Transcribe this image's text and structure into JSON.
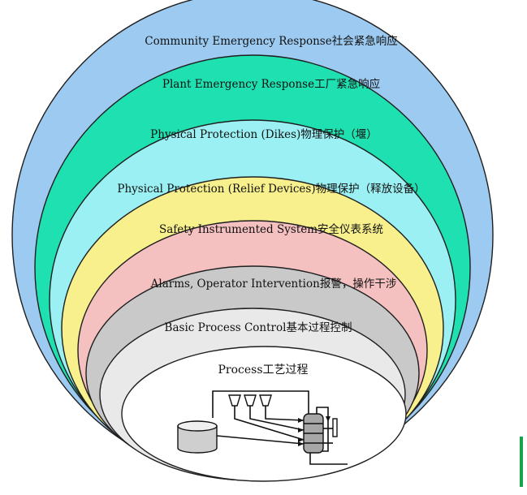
{
  "diagram": {
    "layers": [
      {
        "label": "Community Emergency Response社会紧急响应",
        "color": "#9ccaf0"
      },
      {
        "label": "Plant Emergency Response工厂紧急响应",
        "color": "#1fe0b0"
      },
      {
        "label": "Physical Protection (Dikes)物理保护（堰）",
        "color": "#9af0f3"
      },
      {
        "label": "Physical Protection (Relief Devices)物理保护（释放设备）",
        "color": "#f7f08c"
      },
      {
        "label": "Safety Instrumented System安全仪表系统",
        "color": "#f5c0c0"
      },
      {
        "label": "Alarms, Operator Intervention报警，操作干涉",
        "color": "#c9c9c9"
      },
      {
        "label": "Basic Process Control基本过程控制",
        "color": "#e9e9e9"
      },
      {
        "label": "Process工艺过程",
        "color": "#ffffff"
      }
    ]
  },
  "colors": {
    "outline": "#1f1f1f",
    "corner_accent": "#16a34a"
  }
}
